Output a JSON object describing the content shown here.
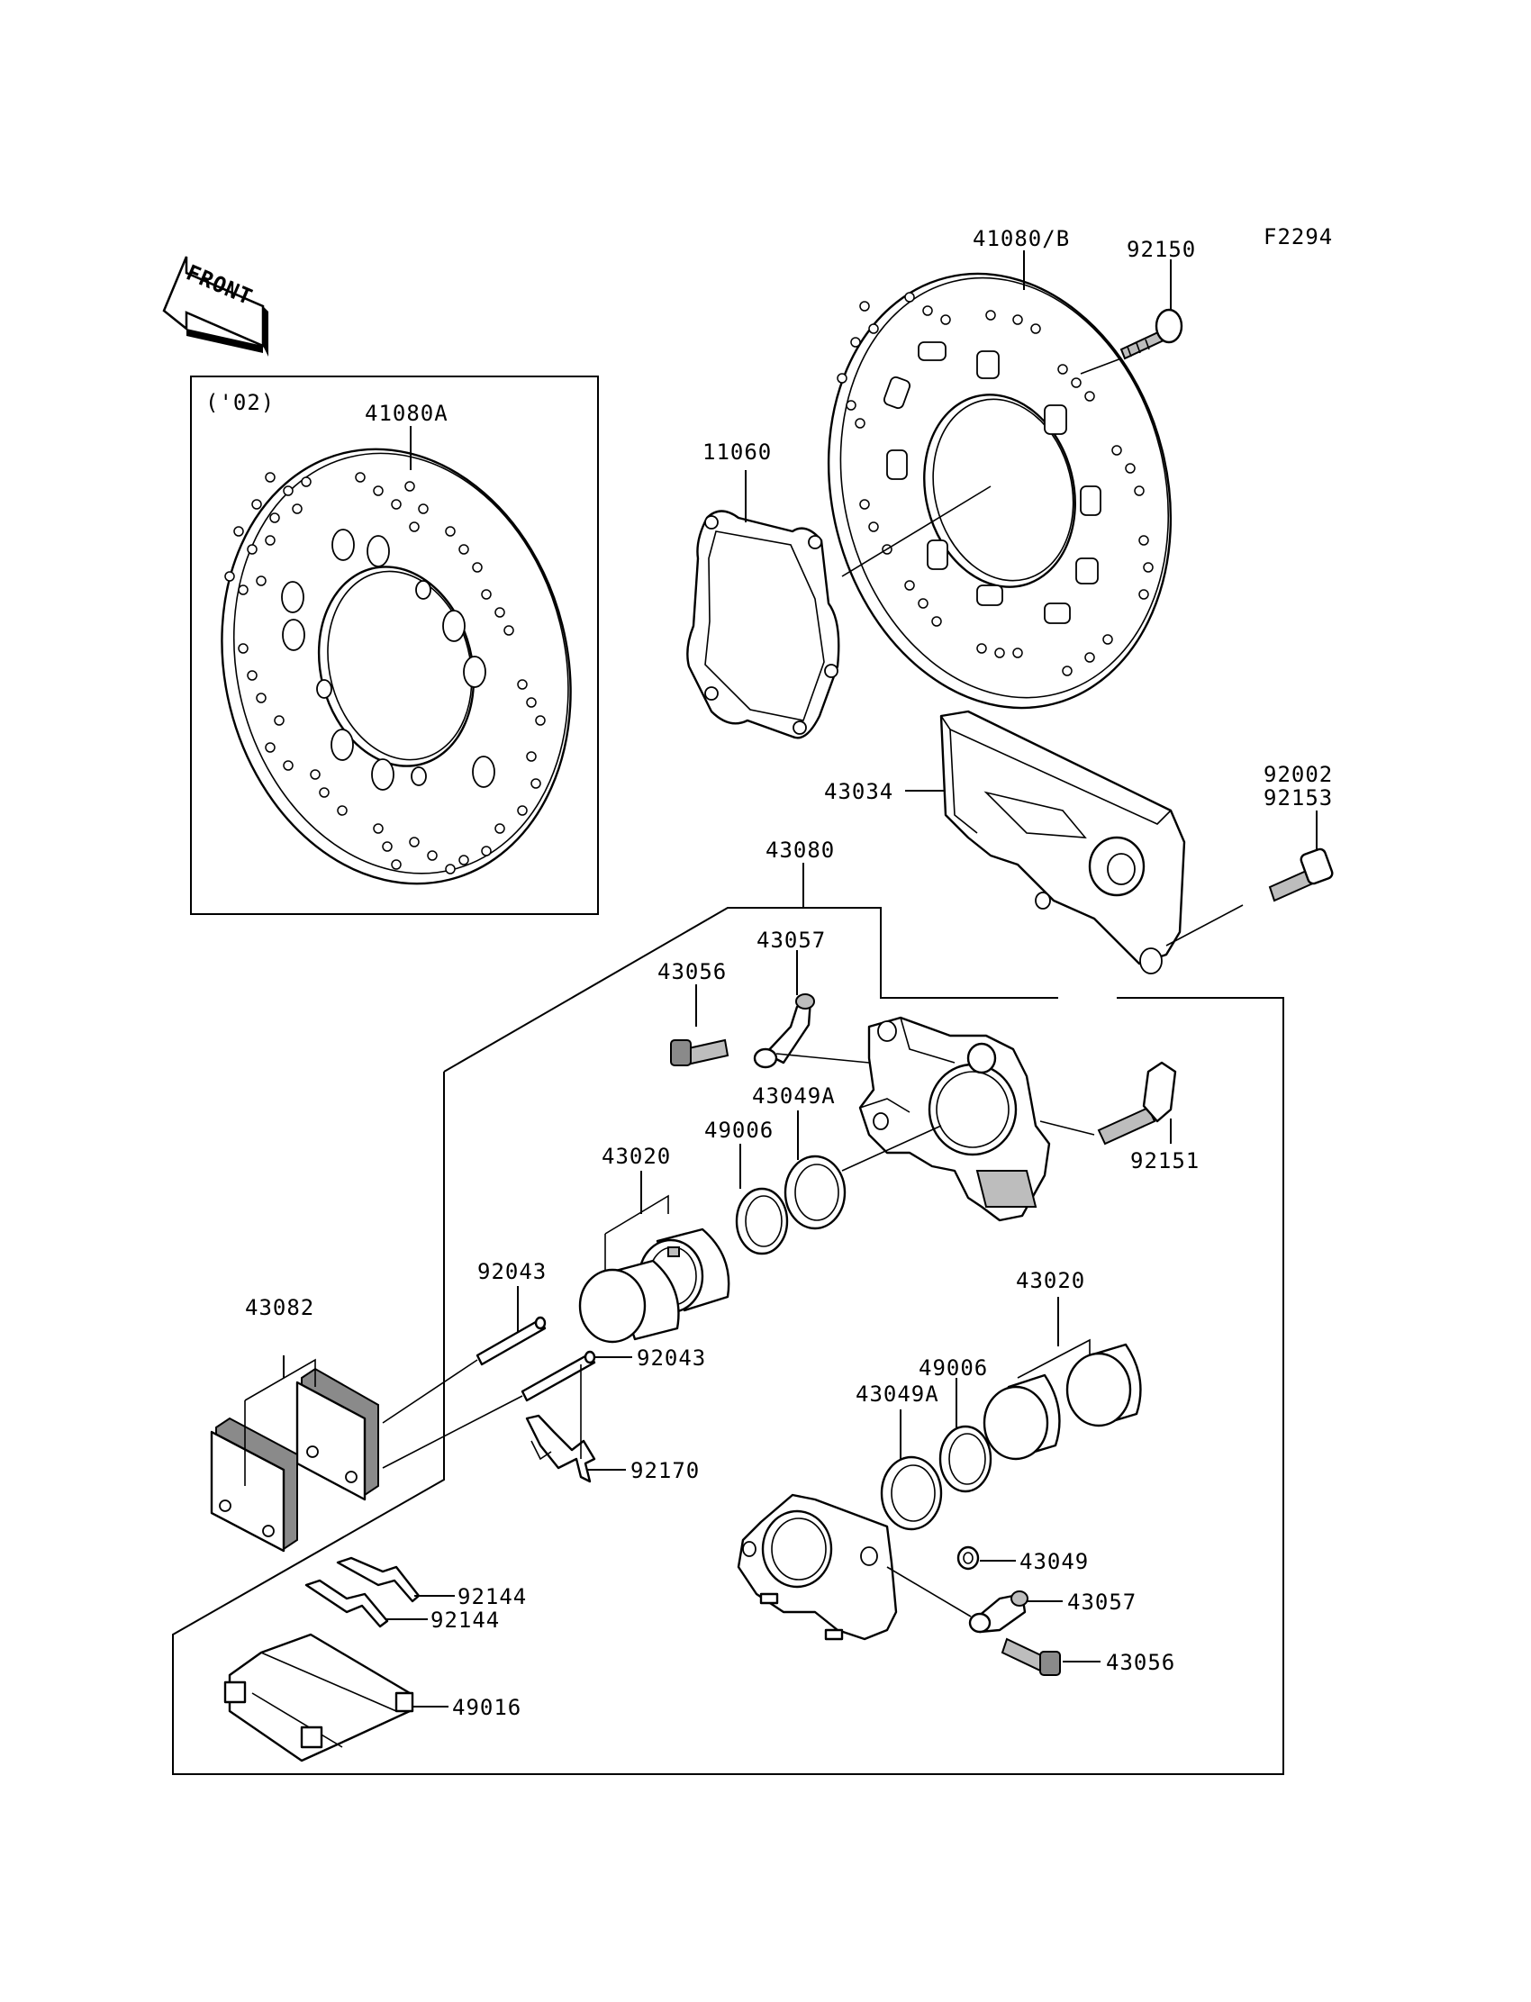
{
  "figure_code": "F2294",
  "front_label": "FRONT",
  "variant_label": "('02)",
  "parts": {
    "disc_main": "41080/B",
    "disc_bolt": "92150",
    "gasket": "11060",
    "disc_variant": "41080A",
    "caliper_bracket": "43034",
    "bolt_a": "92002",
    "bolt_b": "92153",
    "caliper_assy": "43080",
    "bleeder_top": "43056",
    "cap_top": "43057",
    "seal_top": "43049A",
    "dust_seal_top": "49006",
    "piston_top": "43020",
    "caliper_bolt": "92151",
    "pin_top": "92043",
    "pin_bottom": "92043",
    "pads": "43082",
    "spring": "92170",
    "piston_bottom": "43020",
    "dust_seal_bottom": "49006",
    "seal_bottom": "43049A",
    "washer": "43049",
    "cap_bottom": "43057",
    "bleeder_bottom": "43056",
    "clip_top": "92144",
    "clip_bottom": "92144",
    "shim": "49016"
  }
}
